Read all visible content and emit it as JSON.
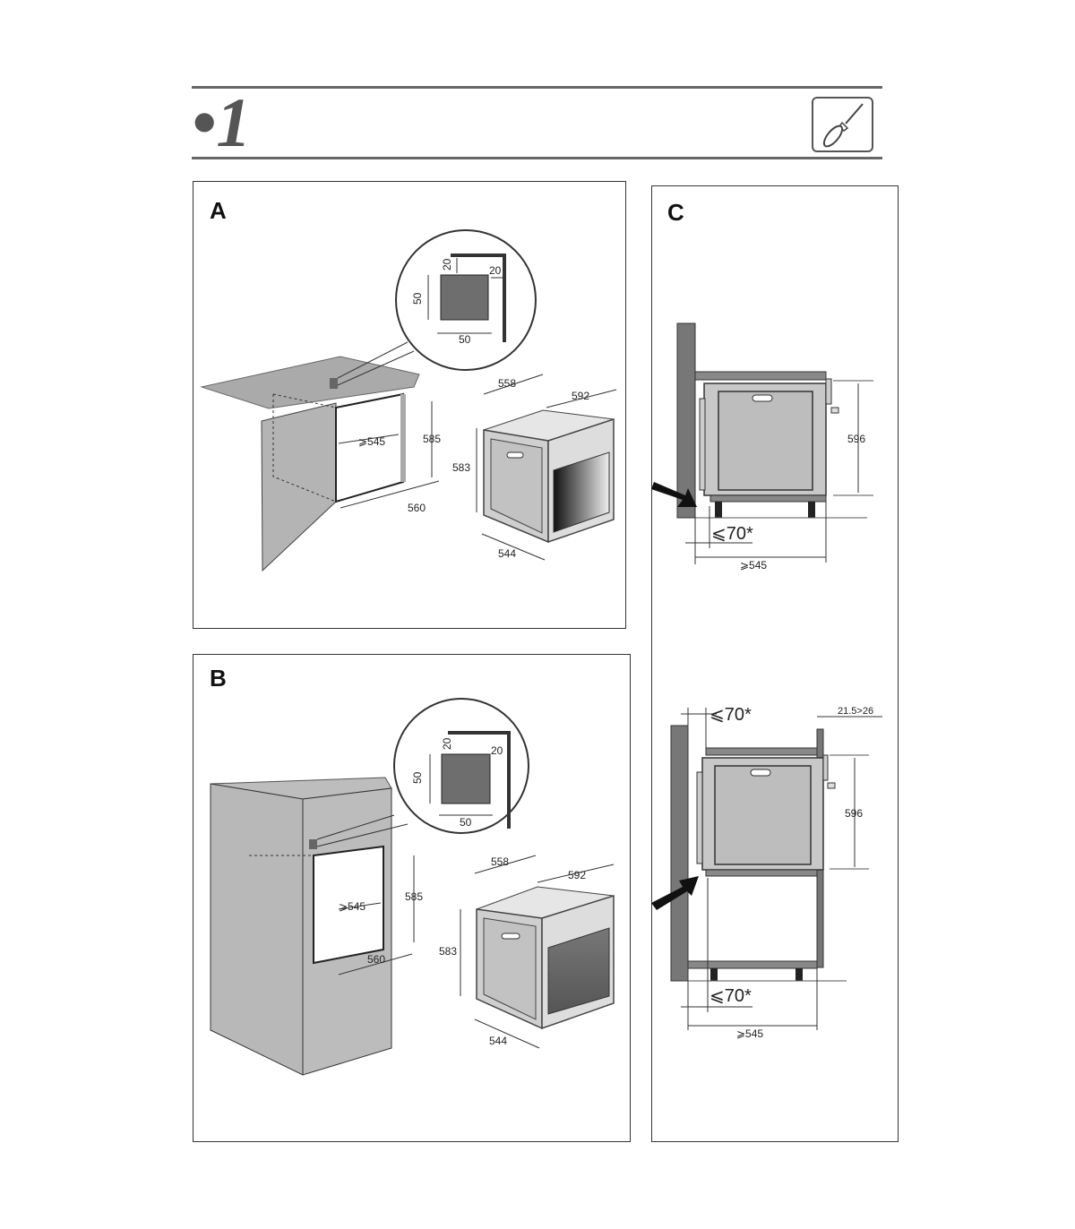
{
  "header": {
    "section_number": "•1",
    "tool_icon": "screwdriver-icon"
  },
  "panel_a": {
    "label": "A",
    "detail": {
      "offset_top": "20",
      "offset_side": "20",
      "height": "50",
      "width": "50"
    },
    "cabinet": {
      "depth_min": "⩾545",
      "height": "585",
      "width": "560"
    },
    "oven": {
      "depth": "558",
      "width": "592",
      "height": "583",
      "body_depth": "544"
    }
  },
  "panel_b": {
    "label": "B",
    "detail": {
      "offset_top": "20",
      "offset_side": "20",
      "height": "50",
      "width": "50"
    },
    "cabinet": {
      "depth_min": "⩾545",
      "height": "585",
      "width": "560"
    },
    "oven": {
      "depth": "558",
      "width": "592",
      "height": "583",
      "body_depth": "544"
    }
  },
  "panel_c": {
    "label": "C",
    "top": {
      "height": "596",
      "gap_max": "⩽70*",
      "depth_min": "⩾545"
    },
    "bottom": {
      "gap_max_top": "⩽70*",
      "front_offset": "21.5>26",
      "height": "596",
      "gap_max_bottom": "⩽70*",
      "depth_min": "⩾545"
    }
  }
}
